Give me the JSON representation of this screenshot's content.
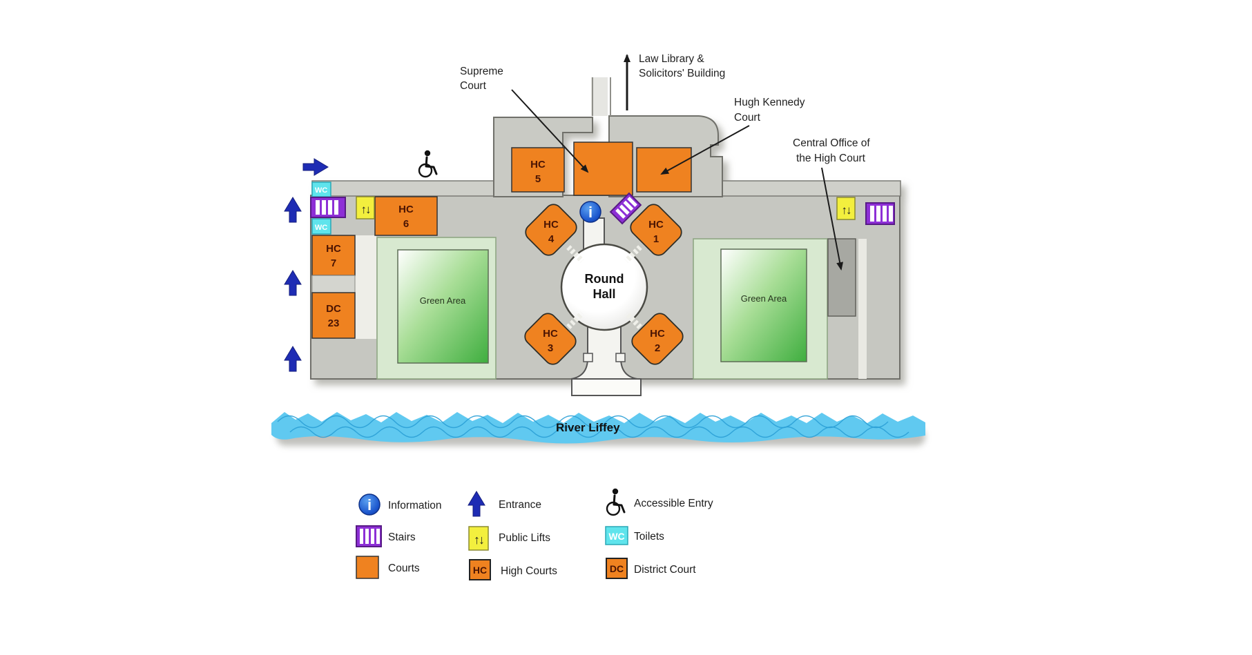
{
  "map": {
    "rooms": {
      "hc5": {
        "abbr": "HC",
        "num": "5"
      },
      "hc6": {
        "abbr": "HC",
        "num": "6"
      },
      "hc7": {
        "abbr": "HC",
        "num": "7"
      },
      "dc23": {
        "abbr": "DC",
        "num": "23"
      },
      "hc4": {
        "abbr": "HC",
        "num": "4"
      },
      "hc1": {
        "abbr": "HC",
        "num": "1"
      },
      "hc3": {
        "abbr": "HC",
        "num": "3"
      },
      "hc2": {
        "abbr": "HC",
        "num": "2"
      },
      "round_hall": {
        "line1": "Round",
        "line2": "Hall"
      },
      "green_area_left": "Green Area",
      "green_area_right": "Green Area"
    },
    "annotations": {
      "supreme_court": {
        "line1": "Supreme",
        "line2": "Court"
      },
      "law_library": {
        "line1": "Law Library &",
        "line2": "Solicitors' Building"
      },
      "hugh_kennedy": {
        "line1": "Hugh Kennedy",
        "line2": "Court"
      },
      "central_office": {
        "line1": "Central Office of",
        "line2": "the High Court"
      }
    },
    "icons": {
      "wc_label": "WC",
      "lift_glyph": "↑↓",
      "info_glyph": "i"
    },
    "river_label": "River Liffey"
  },
  "legend": {
    "information": "Information",
    "entrance": "Entrance",
    "accessible_entry": "Accessible Entry",
    "stairs": "Stairs",
    "public_lifts": "Public Lifts",
    "toilets": "Toilets",
    "courts": "Courts",
    "high_courts": "High Courts",
    "district_court": "District Court",
    "badges": {
      "hc": "HC",
      "dc": "DC",
      "wc": "WC",
      "lift": "↑↓",
      "info": "i"
    }
  },
  "colors": {
    "court_orange": "#EF8220",
    "stairs_purple": "#8D2FD6",
    "toilet_cyan": "#5FE4EC",
    "lift_yellow": "#F3EF3E",
    "entrance_blue": "#1E2CB4",
    "river_blue": "#60C9F0",
    "building_gray": "#C9CAC4",
    "green_area": "#D8E9D0"
  }
}
